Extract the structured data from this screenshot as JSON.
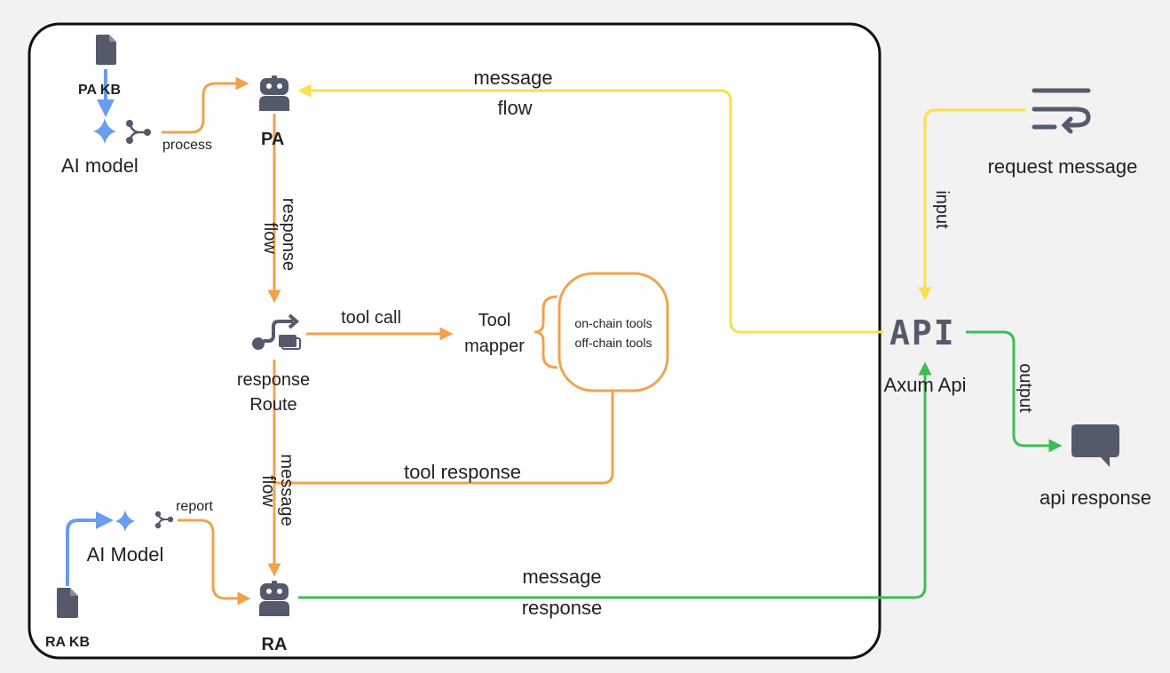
{
  "nodes": {
    "pa_kb": "PA  KB",
    "ai_model_top": "AI model",
    "process": "process",
    "pa": "PA",
    "response_flow_1": "response",
    "response_flow_2": "flow",
    "message_flow_top_1": "message",
    "message_flow_top_2": "flow",
    "request_message": "request message",
    "input": "input",
    "api_logo": "API",
    "axum_api": "Axum Api",
    "output": "output",
    "api_response": "api response",
    "tool_call": "tool call",
    "tool_mapper_1": "Tool",
    "tool_mapper_2": "mapper",
    "on_chain_tools": "on-chain tools",
    "off_chain_tools": "off-chain tools",
    "response_route_1": "response",
    "response_route_2": "Route",
    "tool_response": "tool response",
    "message_flow_mid_1": "message",
    "message_flow_mid_2": "flow",
    "report": "report",
    "ai_model_bottom": "AI Model",
    "ra_kb": "RA KB",
    "ra": "RA",
    "message_response_1": "message",
    "message_response_2": "response"
  },
  "colors": {
    "orange": "#f2a24e",
    "yellow": "#fadf4f",
    "green": "#3dbe55",
    "blue": "#6a9cf0",
    "icon": "#555a6b",
    "border": "#111111"
  },
  "icons": [
    "document-icon",
    "sparkle-icon",
    "branch-icon",
    "robot-icon",
    "route-icon",
    "wrap-text-icon",
    "chat-bubble-icon",
    "api-icon"
  ]
}
